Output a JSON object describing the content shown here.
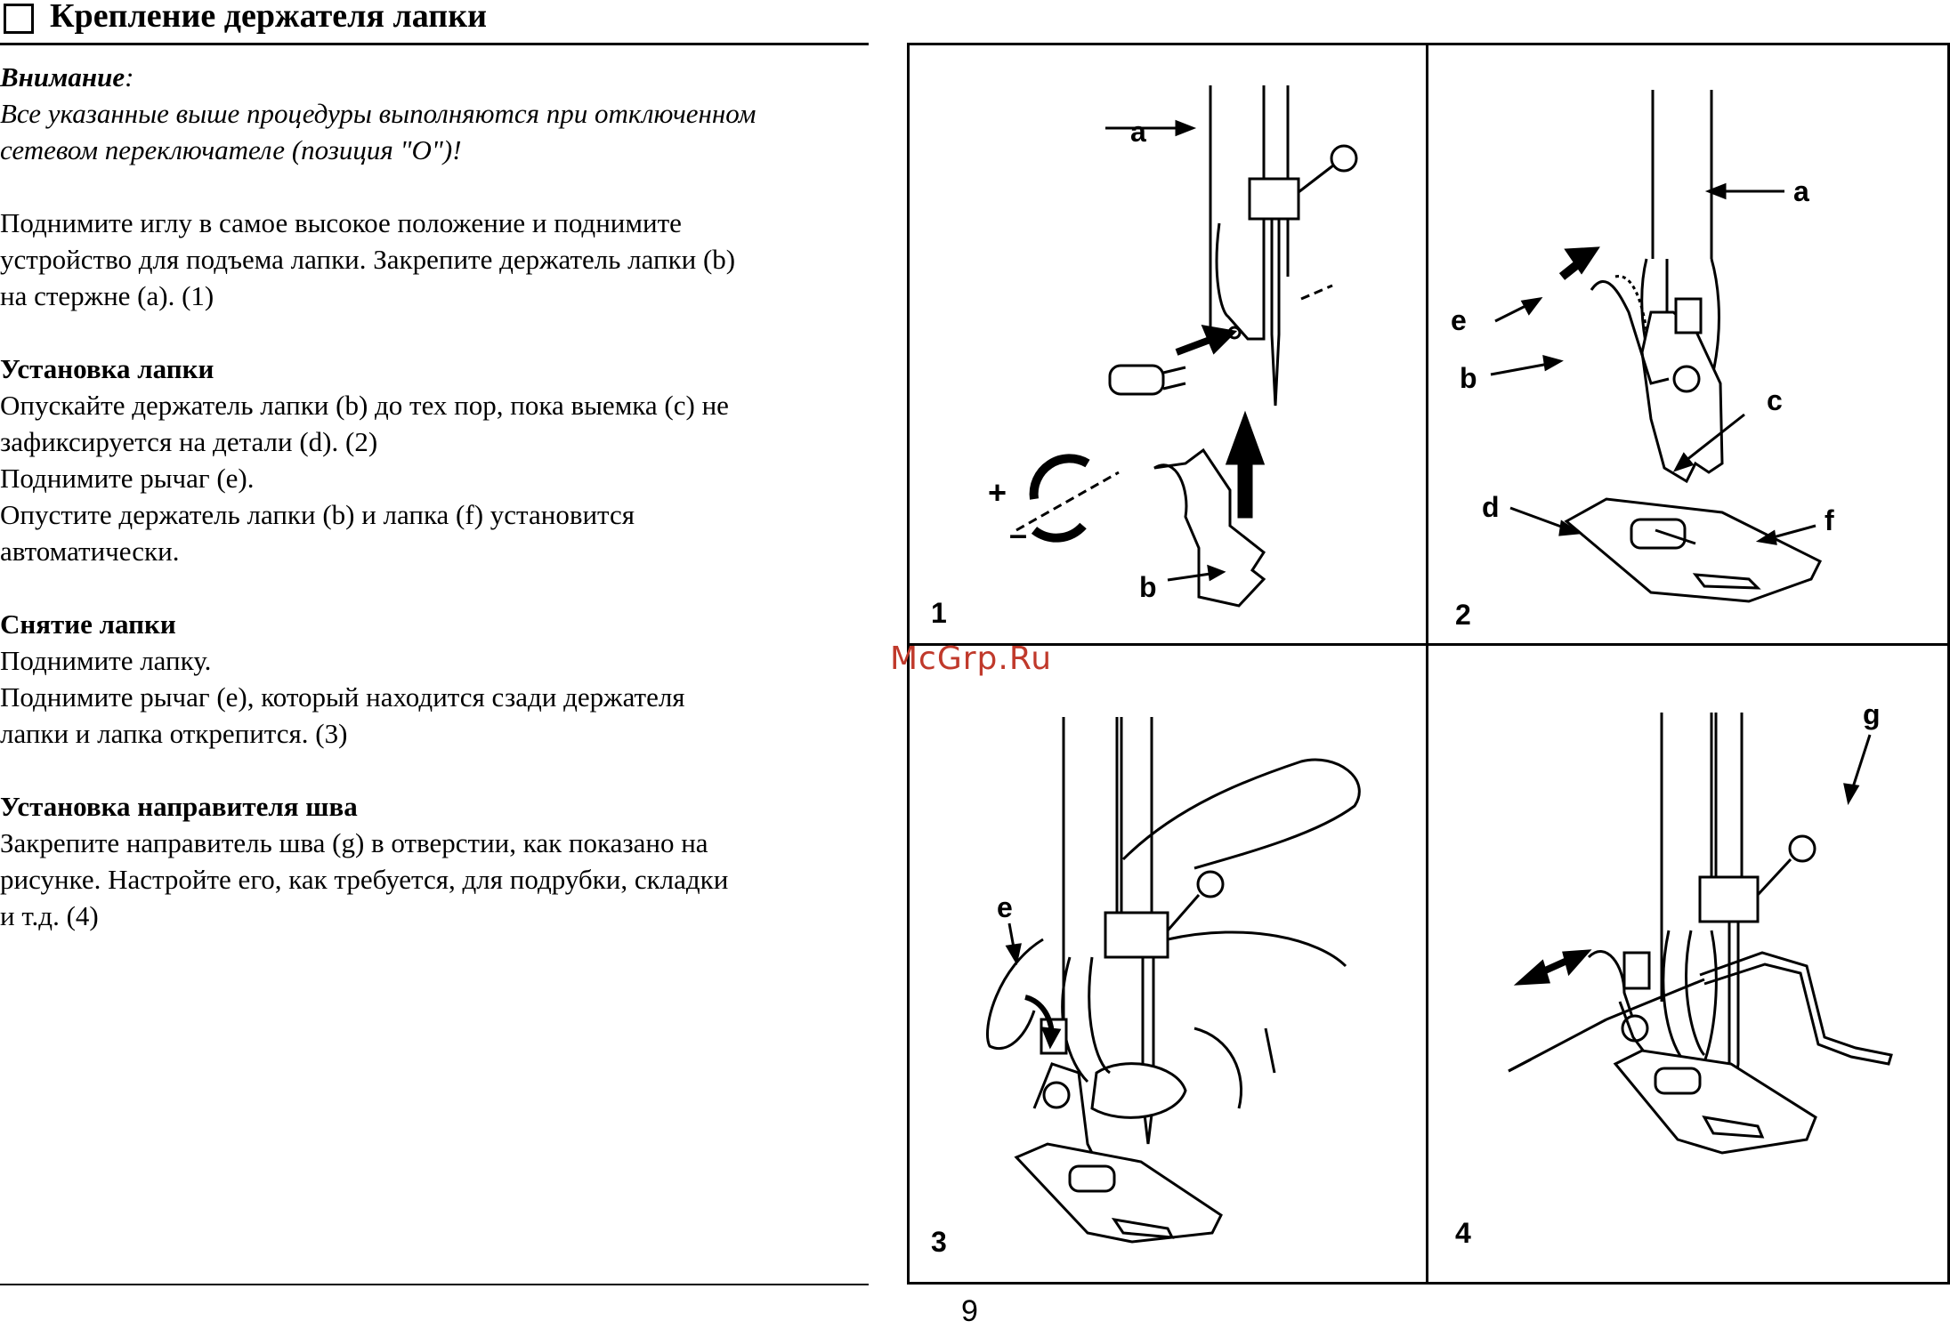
{
  "header": {
    "title": "Крепление держателя лапки"
  },
  "warning": {
    "title": "Внимание",
    "colon": ":",
    "text_line1": "Все указанные выше процедуры выполняются при отключенном",
    "text_line2": "сетевом переключателе (позиция \"O\")!"
  },
  "intro": {
    "p1": "Поднимите иглу в самое высокое положение и поднимите",
    "p2": "устройство для подъема лапки. Закрепите держатель лапки (b)",
    "p3": "на стержне (a). (1)"
  },
  "install_foot": {
    "heading": "Установка лапки",
    "line1": "Опускайте держатель лапки (b) до тех пор, пока выемка (c) не",
    "line2": "зафиксируется на детали (d). (2)",
    "line3": "Поднимите рычаг (e).",
    "line4": "Опустите держатель лапки (b) и лапка (f) установится",
    "line5": "автоматически."
  },
  "remove_foot": {
    "heading": "Снятие лапки",
    "line1": "Поднимите лапку.",
    "line2": "Поднимите рычаг (e), который находится сзади держателя",
    "line3": "лапки и лапка открепится. (3)"
  },
  "seam_guide": {
    "heading": "Установка направителя шва",
    "line1": "Закрепите направитель шва (g) в отверстии, как показано на",
    "line2": "рисунке. Настройте его, как требуется, для подрубки, складки",
    "line3": "и т.д. (4)"
  },
  "figures": {
    "panel1": {
      "number": "1",
      "label_a": "a",
      "label_b": "b",
      "plus": "+",
      "minus": "–"
    },
    "panel2": {
      "number": "2",
      "label_a": "a",
      "label_b": "b",
      "label_c": "c",
      "label_d": "d",
      "label_e": "e",
      "label_f": "f"
    },
    "panel3": {
      "number": "3",
      "label_e": "e"
    },
    "panel4": {
      "number": "4",
      "label_g": "g"
    }
  },
  "watermark": "McGrp.Ru",
  "page_number": "9"
}
